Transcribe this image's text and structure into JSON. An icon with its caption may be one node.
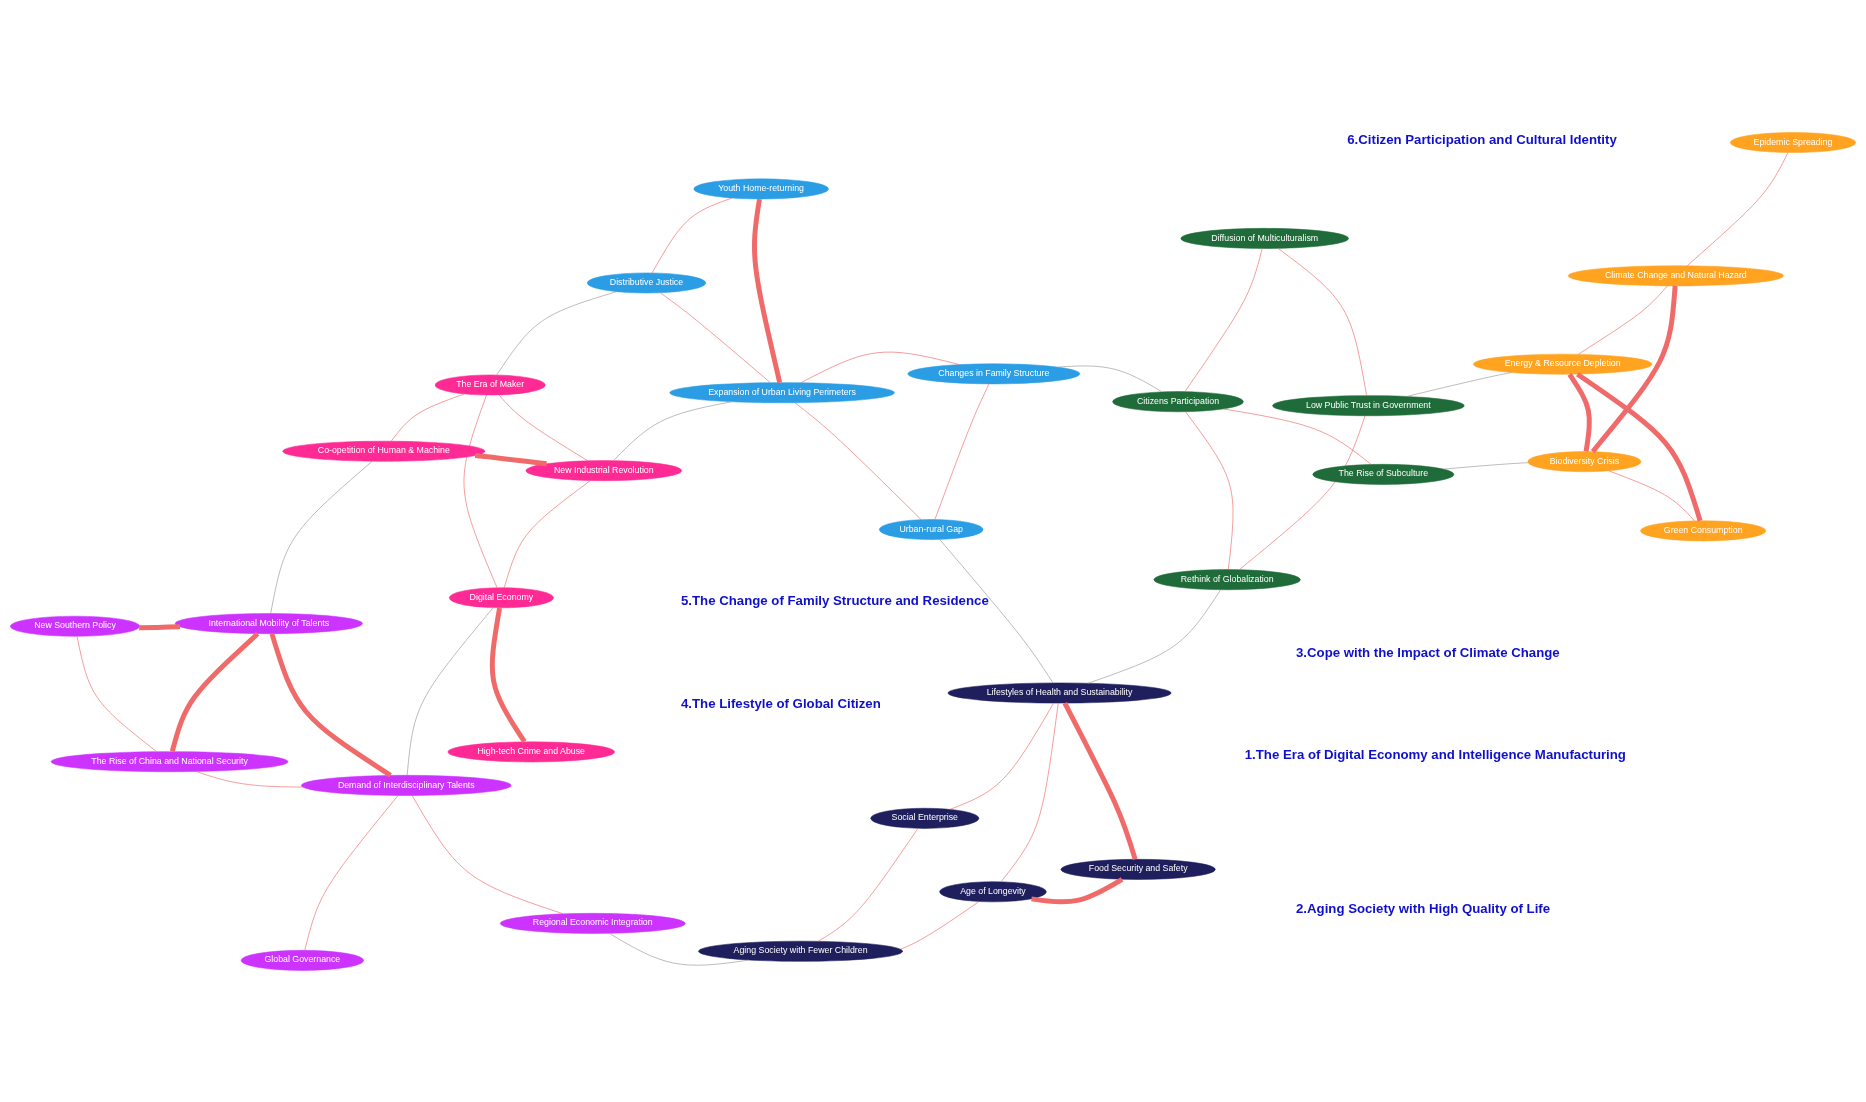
{
  "diagram": {
    "nodes": [
      {
        "text": [
          "Digital Economy"
        ]
      },
      {
        "text": [
          "High-tech Crime and Abuse"
        ]
      },
      {
        "text": [
          "New Industrial Revolution"
        ]
      },
      {
        "text": [
          "The Era of Maker"
        ]
      },
      {
        "text": [
          "Co-opetition of Human & Machine"
        ]
      },
      {
        "text": [
          "Aging Society with Fewer Children"
        ]
      },
      {
        "text": [
          "Age of Longevity"
        ]
      },
      {
        "text": [
          "Social Enterprise"
        ]
      },
      {
        "text": [
          "Lifestyles of Health and Sustainability"
        ]
      },
      {
        "text": [
          "Food Security and Safety"
        ]
      },
      {
        "text": [
          "Climate Change and Natural Hazard"
        ]
      },
      {
        "text": [
          "Energy & Resource Depletion"
        ]
      },
      {
        "text": [
          "Green Consumption"
        ]
      },
      {
        "text": [
          "Biodiversity Crisis"
        ]
      },
      {
        "text": [
          "Epidemic Spreading"
        ]
      },
      {
        "text": [
          "Demand of Interdisciplinary Talents"
        ]
      },
      {
        "text": [
          "The Rise of China and National Security"
        ]
      },
      {
        "text": [
          "International Mobility of Talents"
        ]
      },
      {
        "text": [
          "New Southern Policy"
        ]
      },
      {
        "text": [
          "Regional Economic Integration"
        ]
      },
      {
        "text": [
          "Global Governance"
        ]
      },
      {
        "text": [
          "Changes in Family Structure"
        ]
      },
      {
        "text": [
          "Urban-rural Gap"
        ]
      },
      {
        "text": [
          "Youth Home-returning"
        ]
      },
      {
        "text": [
          "Expansion of Urban Living Perimeters"
        ]
      },
      {
        "text": [
          "Distributive Justice"
        ]
      },
      {
        "text": [
          "Low Public Trust in Government"
        ]
      },
      {
        "text": [
          "Diffusion of Multiculturalism"
        ]
      },
      {
        "text": [
          "The Rise of Subculture"
        ]
      },
      {
        "text": [
          "Citizens Participation"
        ]
      },
      {
        "text": [
          "Rethink of Globalization"
        ]
      }
    ],
    "edges": [
      {
        "from": 0,
        "to": 1,
        "arrow": "none",
        "style": "thick",
        "color": "#f06a6a"
      },
      {
        "from": 0,
        "to": 2,
        "arrow": "none",
        "color": "#f06a6a"
      },
      {
        "from": 0,
        "to": 3,
        "arrow": "none",
        "color": "#f06a6a"
      },
      {
        "from": 3,
        "to": 2,
        "arrow": "none",
        "color": "#f06a6a"
      },
      {
        "from": 2,
        "to": 4,
        "arrow": "none",
        "style": "thick",
        "color": "#f06a6a"
      },
      {
        "from": 3,
        "to": 4,
        "arrow": "none",
        "color": "#f06a6a"
      },
      {
        "from": 6,
        "to": 5,
        "arrow": "none",
        "color": "#f06a6a"
      },
      {
        "from": 6,
        "to": 9,
        "arrow": "none",
        "style": "thick",
        "color": "#f06a6a"
      },
      {
        "from": 8,
        "to": 9,
        "arrow": "none",
        "style": "thick",
        "color": "#f06a6a"
      },
      {
        "from": 6,
        "to": 8,
        "arrow": "none",
        "color": "#f06a6a"
      },
      {
        "from": 5,
        "to": 7,
        "arrow": "none",
        "color": "#f06a6a"
      },
      {
        "from": 8,
        "to": 7,
        "arrow": "none",
        "color": "#f06a6a"
      },
      {
        "from": 10,
        "to": 13,
        "arrow": "none",
        "style": "thick",
        "color": "#f06a6a"
      },
      {
        "from": 11,
        "to": 12,
        "arrow": "none",
        "style": "thick",
        "color": "#f06a6a"
      },
      {
        "from": 11,
        "to": 13,
        "arrow": "none",
        "style": "thick",
        "color": "#f06a6a"
      },
      {
        "from": 11,
        "to": 10,
        "arrow": "none",
        "color": "#f06a6a"
      },
      {
        "from": 10,
        "to": 14,
        "arrow": "none",
        "color": "#f06a6a"
      },
      {
        "from": 13,
        "to": 12,
        "arrow": "none",
        "color": "#f06a6a"
      },
      {
        "from": 15,
        "to": 17,
        "arrow": "none",
        "style": "thick",
        "color": "#f06a6a"
      },
      {
        "from": 16,
        "to": 17,
        "arrow": "none",
        "style": "thick",
        "color": "#f06a6a"
      },
      {
        "from": 17,
        "to": 18,
        "arrow": "none",
        "style": "thick",
        "color": "#f06a6a"
      },
      {
        "from": 15,
        "to": 20,
        "arrow": "none",
        "color": "#f06a6a"
      },
      {
        "from": 16,
        "to": 18,
        "arrow": "none",
        "color": "#f06a6a"
      },
      {
        "from": 15,
        "to": 19,
        "arrow": "none",
        "color": "#f06a6a"
      },
      {
        "from": 15,
        "to": 16,
        "arrow": "none",
        "color": "#f06a6a"
      },
      {
        "from": 22,
        "to": 21,
        "arrow": "none",
        "color": "#f06a6a"
      },
      {
        "from": 24,
        "to": 21,
        "arrow": "none",
        "color": "#f06a6a"
      },
      {
        "from": 24,
        "to": 23,
        "arrow": "none",
        "style": "thick",
        "color": "#f06a6a"
      },
      {
        "from": 22,
        "to": 24,
        "arrow": "none",
        "color": "#f06a6a"
      },
      {
        "from": 24,
        "to": 25,
        "arrow": "none",
        "color": "#f06a6a"
      },
      {
        "from": 25,
        "to": 23,
        "arrow": "none",
        "color": "#f06a6a"
      },
      {
        "from": 26,
        "to": 27,
        "arrow": "none",
        "color": "#f06a6a"
      },
      {
        "from": 27,
        "to": 29,
        "arrow": "none",
        "color": "#f06a6a"
      },
      {
        "from": 29,
        "to": 28,
        "arrow": "none",
        "color": "#f06a6a"
      },
      {
        "from": 29,
        "to": 30,
        "arrow": "none",
        "color": "#f06a6a"
      },
      {
        "from": 26,
        "to": 30,
        "arrow": "none",
        "color": "#f06a6a"
      },
      {
        "from": 26,
        "to": 11,
        "arrow": "none"
      },
      {
        "from": 30,
        "to": 8,
        "arrow": "none"
      },
      {
        "from": 4,
        "to": 17,
        "arrow": "none"
      },
      {
        "from": 2,
        "to": 24,
        "arrow": "none"
      },
      {
        "from": 3,
        "to": 25,
        "arrow": "none"
      },
      {
        "from": 8,
        "to": 22,
        "arrow": "none"
      },
      {
        "from": 28,
        "to": 13,
        "arrow": "none"
      },
      {
        "from": 0,
        "to": 15,
        "arrow": "none"
      },
      {
        "from": 5,
        "to": 19,
        "arrow": "none"
      },
      {
        "from": 29,
        "to": 21,
        "arrow": "none"
      }
    ],
    "labels": [
      "1.The Era of Digital Economy and Intelligence Manufacturing",
      "2.Aging Society with High Quality of Life",
      "3.Cope with the Impact of Climate Change",
      "4.The Lifestyle of Global Citizen",
      "5.The Change of Family Structure and Residence",
      "6.Citizen Participation and Cultural Identity"
    ]
  }
}
